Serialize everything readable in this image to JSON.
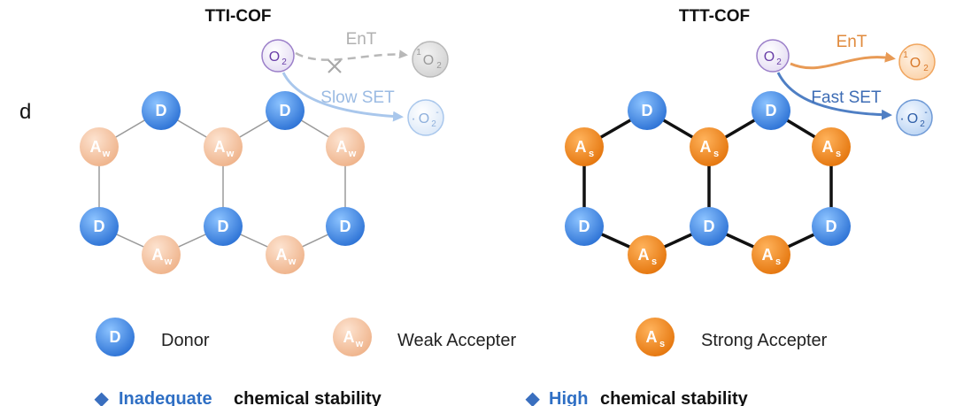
{
  "panel_label": "d",
  "left": {
    "title": "TTI-COF",
    "donor_letter": "D",
    "acceptor_letter": "A",
    "acceptor_sub": "w",
    "oxygen": {
      "base": "O",
      "sub": "2"
    },
    "ent_label": "EnT",
    "singlet_oxygen": {
      "sup": "1",
      "base": "O",
      "sub": "2"
    },
    "set_label": "Slow SET",
    "superoxide": {
      "prefix": "·",
      "base": "O",
      "sub": "2",
      "sup": "-"
    },
    "colors": {
      "donor": "#4a8fe7",
      "acceptor": "#f5c8a8",
      "bond": "#9a9a9a",
      "ent": "#b8b8b8",
      "set": "#a9c7ec"
    }
  },
  "right": {
    "title": "TTT-COF",
    "donor_letter": "D",
    "acceptor_letter": "A",
    "acceptor_sub": "s",
    "oxygen": {
      "base": "O",
      "sub": "2"
    },
    "ent_label": "EnT",
    "singlet_oxygen": {
      "sup": "1",
      "base": "O",
      "sub": "2"
    },
    "set_label": "Fast SET",
    "superoxide": {
      "prefix": "·",
      "base": "O",
      "sub": "2",
      "sup": "-"
    },
    "colors": {
      "donor": "#4a8fe7",
      "acceptor": "#f2891f",
      "bond": "#111111",
      "ent": "#e89a55",
      "set": "#4f7fc4"
    }
  },
  "legend": {
    "donor_label": "Donor",
    "weak_label": "Weak Accepter",
    "strong_label": "Strong Accepter"
  },
  "stability": {
    "left": {
      "bullet": "◆",
      "emph": "Inadequate",
      "rest": "chemical stability"
    },
    "right": {
      "bullet": "◆",
      "emph": "High",
      "rest": "chemical stability"
    },
    "colors": {
      "bullet": "#3a6fbf",
      "emph": "#2f6fc4",
      "rest": "#111111"
    }
  }
}
